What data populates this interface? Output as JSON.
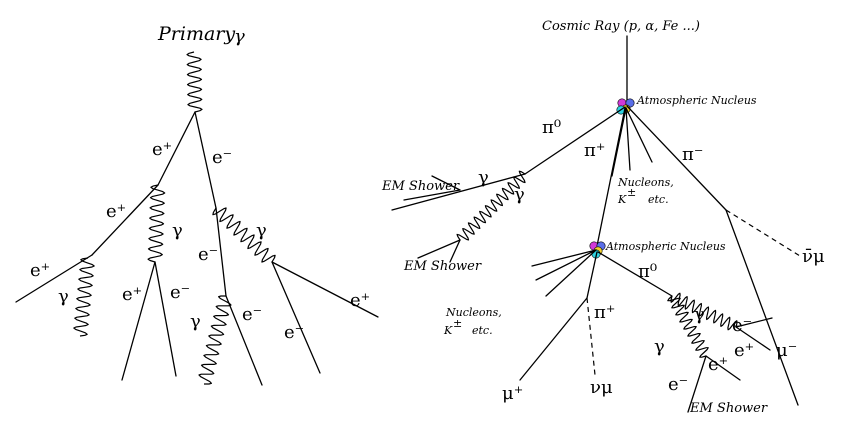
{
  "left_shower": {
    "title_text": "Primary",
    "title_symbol": "γ",
    "e_plus": "e⁺",
    "e_minus": "e⁻",
    "gamma": "γ"
  },
  "right_shower": {
    "cosmic_ray": "Cosmic Ray (p, α, Fe ...)",
    "atmospheric_nucleus": "Atmospheric Nucleus",
    "em_shower": "EM Shower",
    "pi_zero": "π⁰",
    "pi_plus": "π⁺",
    "pi_minus": "π⁻",
    "gamma": "γ",
    "nucleons_line1": "Nucleons,",
    "nucleons_k": "K",
    "nucleons_k_charge": "±",
    "nucleons_etc": "etc.",
    "nu_mu": "νμ",
    "nu_mu_bar": "ν̄μ",
    "mu_plus": "μ⁺",
    "mu_minus": "μ⁻",
    "e_plus": "e⁺",
    "e_minus": "e⁻"
  },
  "colors": {
    "line": "#000000",
    "nucleus_magenta": "#d23ad8",
    "nucleus_cyan": "#2ed3e0",
    "nucleus_yellow": "#f3d22a",
    "nucleus_blue": "#5a6ee8"
  }
}
